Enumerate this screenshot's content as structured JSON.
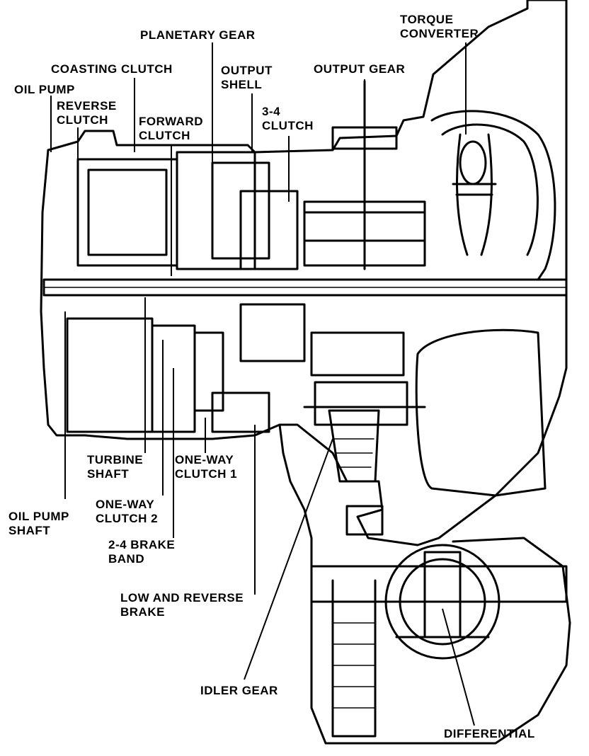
{
  "diagram": {
    "ink_color": "#000000",
    "paper_color": "#ffffff",
    "labels": {
      "torque_converter": [
        "TORQUE",
        "CONVERTER"
      ],
      "planetary_gear": [
        "PLANETARY GEAR"
      ],
      "coasting_clutch": [
        "COASTING CLUTCH"
      ],
      "output_shell": [
        "OUTPUT",
        "SHELL"
      ],
      "output_gear": [
        "OUTPUT GEAR"
      ],
      "oil_pump": [
        "OIL PUMP"
      ],
      "reverse_clutch": [
        "REVERSE",
        "CLUTCH"
      ],
      "forward_clutch": [
        "FORWARD",
        "CLUTCH"
      ],
      "clutch_3_4": [
        "3-4",
        "CLUTCH"
      ],
      "turbine_shaft": [
        "TURBINE",
        "SHAFT"
      ],
      "one_way_clutch_1": [
        "ONE-WAY",
        "CLUTCH 1"
      ],
      "oil_pump_shaft": [
        "OIL PUMP",
        "SHAFT"
      ],
      "one_way_clutch_2": [
        "ONE-WAY",
        "CLUTCH 2"
      ],
      "brake_band_2_4": [
        "2-4 BRAKE",
        "BAND"
      ],
      "low_and_reverse_brake": [
        "LOW AND REVERSE",
        "BRAKE"
      ],
      "idler_gear": [
        "IDLER GEAR"
      ],
      "differential": [
        "DIFFERENTIAL"
      ]
    }
  }
}
